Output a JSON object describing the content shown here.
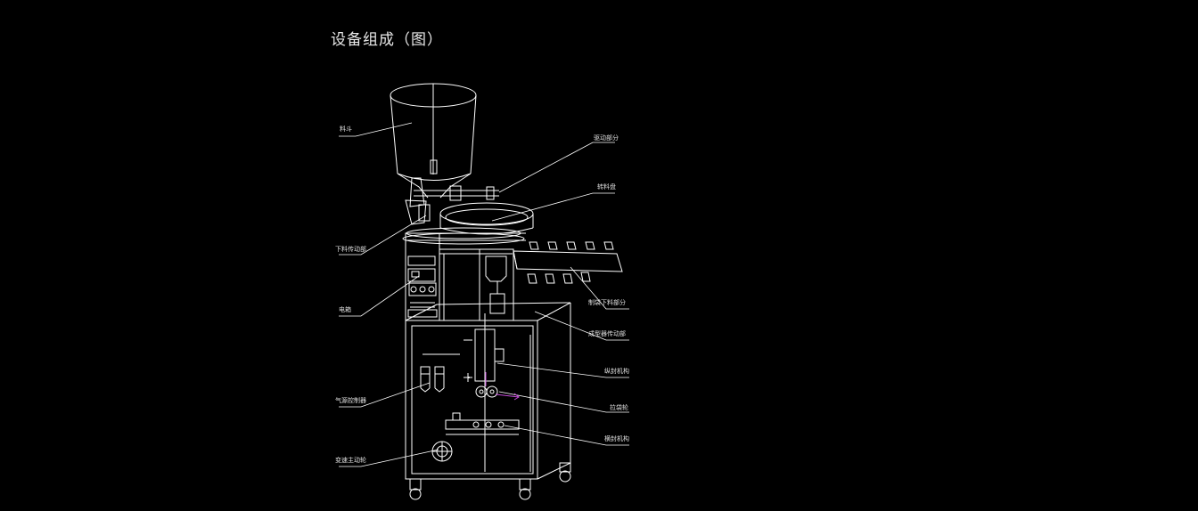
{
  "title": "设备组成（图）",
  "labels": {
    "hopper": "料斗",
    "drive": "驱动部分",
    "cup_disc": "转料盘",
    "feed_drive": "下料传动部",
    "electrical": "电箱",
    "bag_former": "制袋下料部分",
    "former_drive": "成型器传动部",
    "vertical_seal": "纵封机构",
    "pull_bag": "拉袋轮",
    "air_regulator": "气源控制器",
    "horizontal_seal": "横封机构",
    "motor_drive": "变速主动轮"
  },
  "colors": {
    "line": "#ffffff",
    "accent": "#c24bd6",
    "text": "#e0e0e0",
    "background": "#000000"
  }
}
